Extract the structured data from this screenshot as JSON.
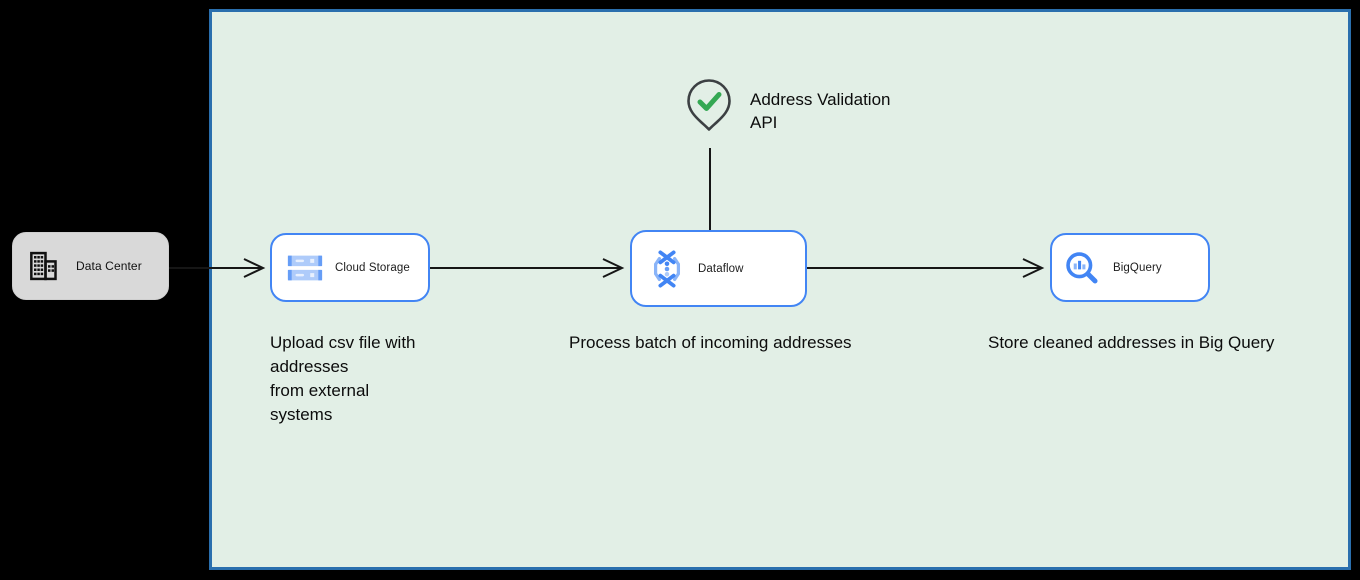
{
  "diagram": {
    "type": "gcp-architecture-flow",
    "nodes": {
      "data_center": {
        "label": "Data Center",
        "icon": "building-icon"
      },
      "cloud_storage": {
        "label": "Cloud Storage",
        "icon": "cloud-storage-icon"
      },
      "dataflow": {
        "label": "Dataflow",
        "icon": "dataflow-icon"
      },
      "bigquery": {
        "label": "BigQuery",
        "icon": "bigquery-icon"
      },
      "address_validation": {
        "icon": "map-pin-check-icon"
      }
    },
    "captions": {
      "address_validation": {
        "lines": [
          "Address Validation",
          "API"
        ]
      },
      "upload": {
        "lines": [
          "Upload csv file with",
          "addresses",
          "from external",
          "systems"
        ]
      },
      "process": {
        "text": "Process batch of incoming addresses"
      },
      "store": {
        "text": "Store cleaned addresses in Big Query"
      }
    },
    "edges": [
      {
        "from": "data_center",
        "to": "cloud_storage",
        "style": "open-arrow"
      },
      {
        "from": "cloud_storage",
        "to": "dataflow",
        "style": "open-arrow"
      },
      {
        "from": "dataflow",
        "to": "bigquery",
        "style": "open-arrow"
      },
      {
        "from": "address_validation",
        "to": "dataflow",
        "style": "plain-line"
      }
    ],
    "colors": {
      "background": "#000000",
      "canvas_fill": "#e2efe6",
      "canvas_border": "#2a6fae",
      "node_fill": "#ffffff",
      "node_border": "#4285f4",
      "data_center_fill": "#d9d9d9",
      "icon_blue": "#4285f4",
      "icon_blue_light": "#aecbfa",
      "check_green": "#34a853",
      "pin_outline": "#3c4043",
      "arrow": "#161616",
      "text": "#0c0c0c"
    }
  }
}
